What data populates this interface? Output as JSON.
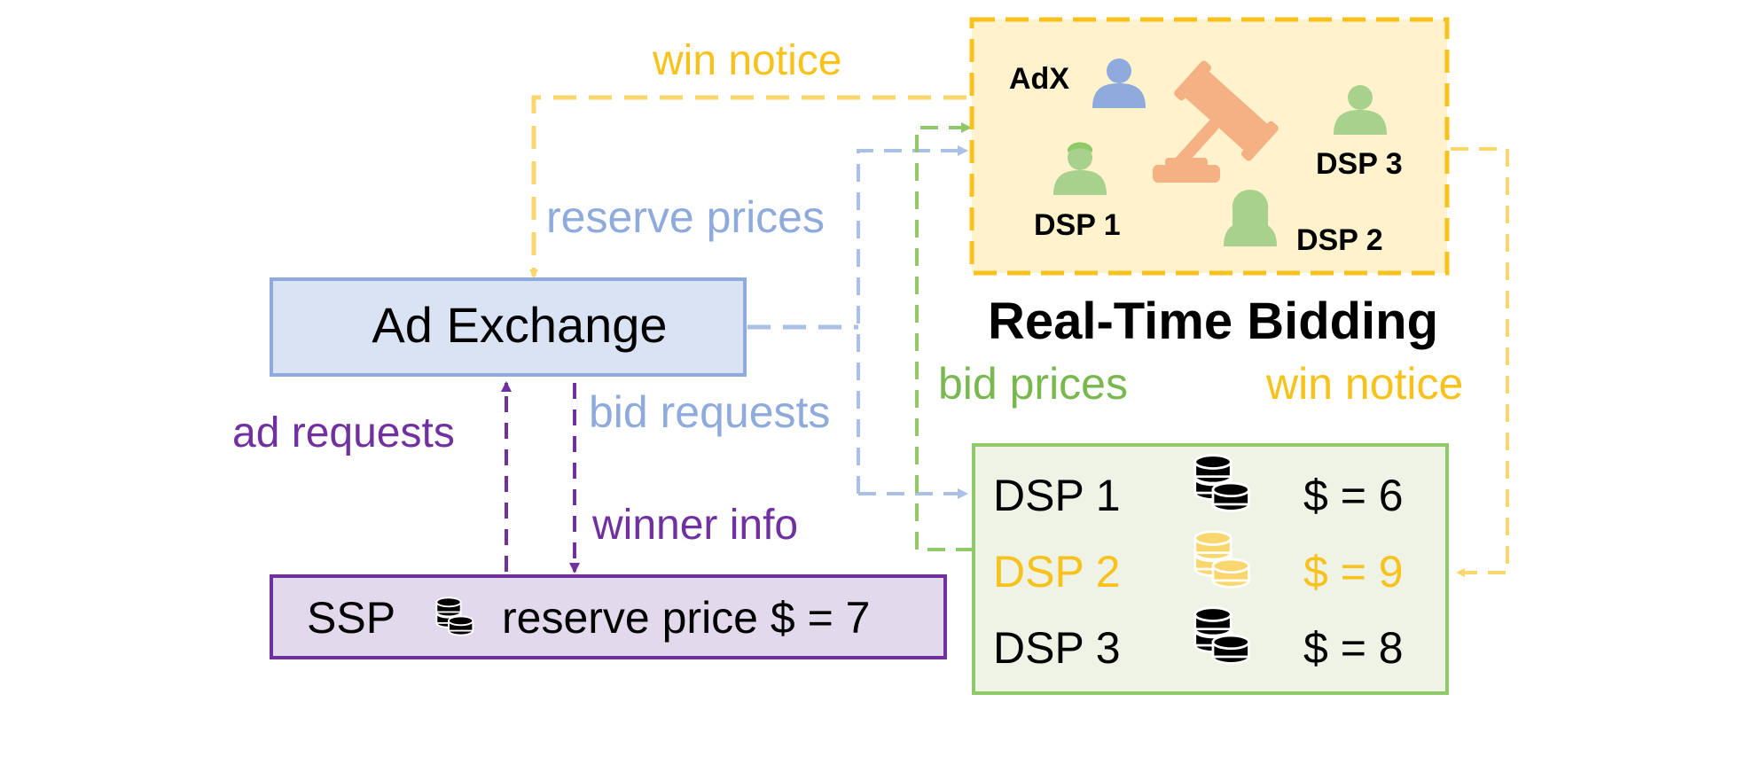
{
  "title": "Real-Time Bidding",
  "nodes": {
    "ad_exchange": "Ad Exchange",
    "ssp": {
      "name": "SSP",
      "reserve_text": "reserve price $ = 7"
    },
    "rtb_box": {
      "adx": "AdX",
      "dsp1": "DSP 1",
      "dsp2": "DSP 2",
      "dsp3": "DSP 3"
    }
  },
  "bids": [
    {
      "dsp": "DSP 1",
      "price": "$ = 6",
      "winner": false
    },
    {
      "dsp": "DSP 2",
      "price": "$ = 9",
      "winner": true
    },
    {
      "dsp": "DSP 3",
      "price": "$ = 8",
      "winner": false
    }
  ],
  "edge_labels": {
    "win_notice_top": "win notice",
    "reserve_prices": "reserve prices",
    "bid_requests": "bid requests",
    "bid_prices": "bid prices",
    "win_notice_right": "win notice",
    "ad_requests": "ad requests",
    "winner_info": "winner info"
  },
  "colors": {
    "yellow": "#f7c21b",
    "yellow_light": "#f9d66e",
    "blue_light": "#aac0e6",
    "blue_text": "#8faadc",
    "green": "#8fc96a",
    "green_dark": "#79b84e",
    "purple": "#7030a0",
    "adx_fill": "#dae3f3",
    "adx_border": "#8faadc",
    "ssp_fill": "#e2d9ec",
    "rtb_fill": "#fff2cc",
    "bids_fill": "#eef3e6",
    "gavel": "#f4b183",
    "person_blue": "#8faadc",
    "person_green": "#a9d18e"
  }
}
